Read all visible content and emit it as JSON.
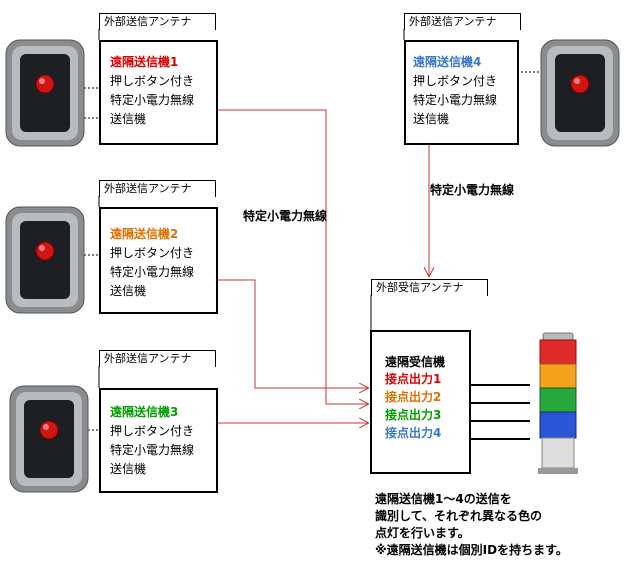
{
  "antenna_label_tx": "外部送信アンテナ",
  "antenna_label_rx": "外部受信アンテナ",
  "radio_label": "特定小電力無線",
  "transmitters": [
    {
      "name": "遠隔送信機1",
      "color": "#e00000",
      "lines": [
        "押しボタン付き",
        "特定小電力無線",
        "送信機"
      ]
    },
    {
      "name": "遠隔送信機2",
      "color": "#e07000",
      "lines": [
        "押しボタン付き",
        "特定小電力無線",
        "送信機"
      ]
    },
    {
      "name": "遠隔送信機3",
      "color": "#00a000",
      "lines": [
        "押しボタン付き",
        "特定小電力無線",
        "送信機"
      ]
    },
    {
      "name": "遠隔送信機4",
      "color": "#3a78c8",
      "lines": [
        "押しボタン付き",
        "特定小電力無線",
        "送信機"
      ]
    }
  ],
  "receiver": {
    "title": "遠隔受信機",
    "outputs": [
      {
        "label": "接点出力1",
        "color": "#e00000"
      },
      {
        "label": "接点出力2",
        "color": "#e07000"
      },
      {
        "label": "接点出力3",
        "color": "#00a000"
      },
      {
        "label": "接点出力4",
        "color": "#3a78c8"
      }
    ]
  },
  "note": {
    "line1": "遠隔送信機1～4の送信を",
    "line2": "識別して、それぞれ異なる色の",
    "line3": "点灯を行います。",
    "line4": "※遠隔送信機は個別IDを持ちます。"
  },
  "colors": {
    "wire": "#cc3333",
    "box_border": "#000000"
  }
}
